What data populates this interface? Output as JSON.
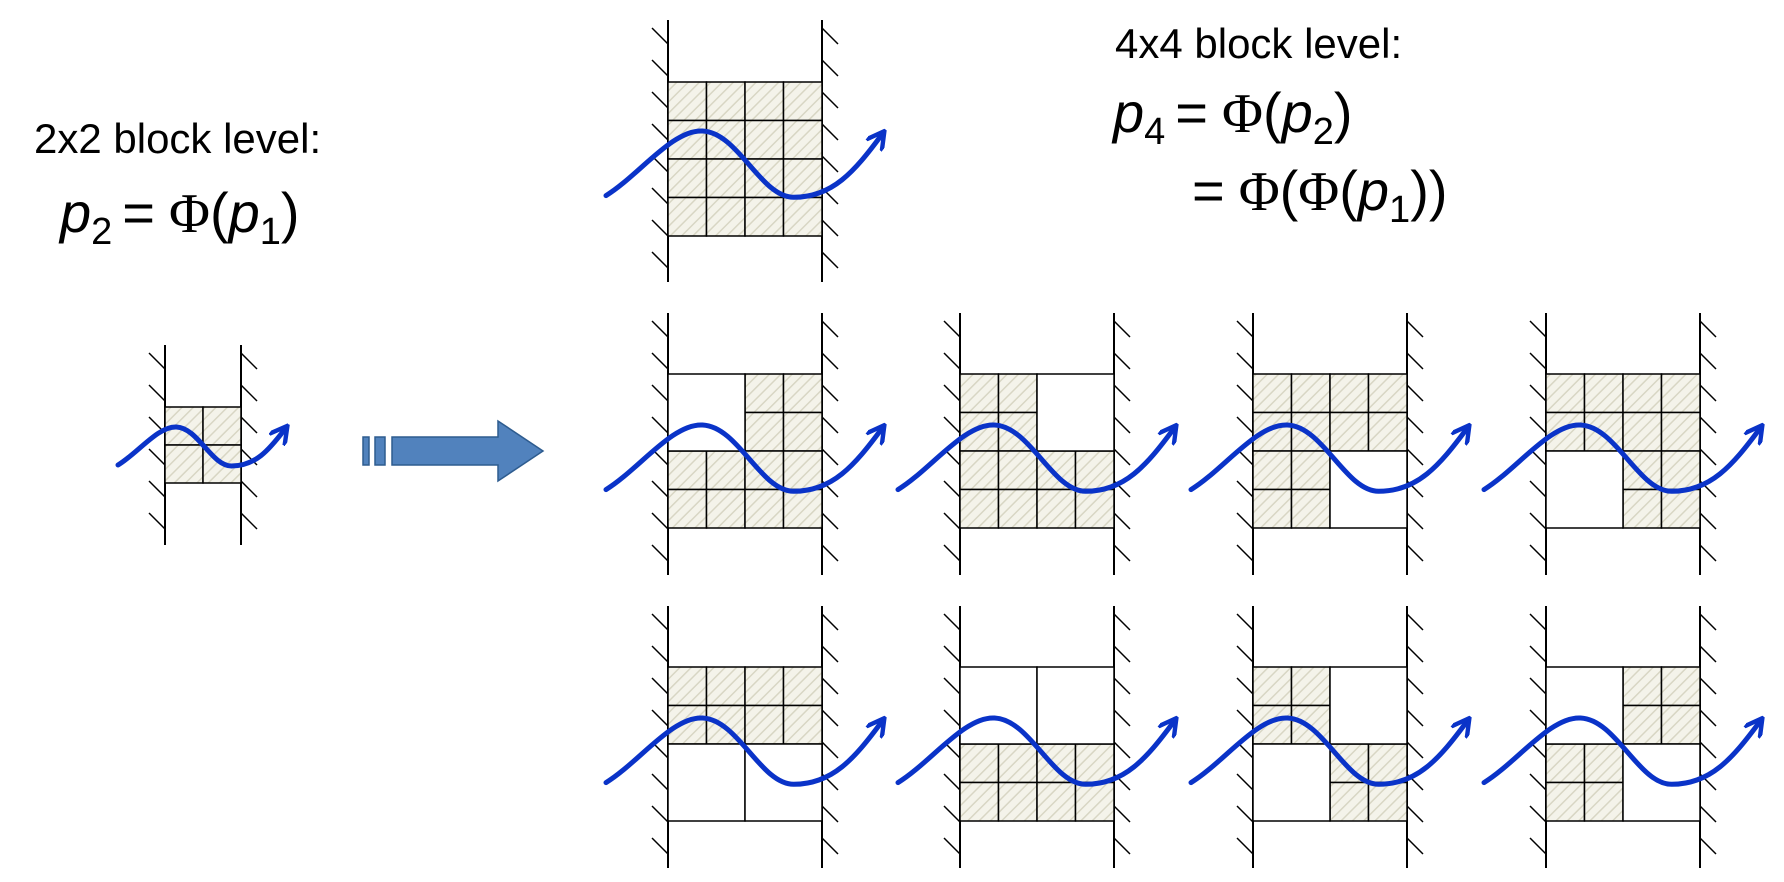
{
  "labels": {
    "level2": "2x2 block level:",
    "level4": "4x4 block level:"
  },
  "eq2": {
    "lhs": "p",
    "lhs_sub": "2",
    "eq": "=",
    "phi": "Φ",
    "open": "(",
    "arg": "p",
    "arg_sub": "1",
    "close": ")"
  },
  "eq4a": {
    "lhs": "p",
    "lhs_sub": "4",
    "eq": "=",
    "phi": "Φ",
    "open": "(",
    "arg": "p",
    "arg_sub": "2",
    "close": ")"
  },
  "eq4b": {
    "eq": "=",
    "phi_outer": "Φ",
    "open_outer": "(",
    "phi_inner": "Φ",
    "open_inner": "(",
    "arg": "p",
    "arg_sub": "1",
    "close": "))"
  },
  "colors": {
    "wave": "#0a33c8",
    "arrow_fill": "#5182bd",
    "arrow_stroke": "#2e5c8f",
    "hatch": "#d8d6c4",
    "cell_bg": "#f4f3ea"
  },
  "diagrams": {
    "source_2x2": {
      "mask": [
        [
          1,
          1
        ],
        [
          1,
          1
        ]
      ],
      "cut": [
        [
          0,
          0
        ],
        [
          1,
          1
        ]
      ]
    },
    "full_4x4": {
      "mask": [
        [
          1,
          1,
          1,
          1
        ],
        [
          1,
          1,
          1,
          1
        ],
        [
          1,
          1,
          1,
          1
        ],
        [
          1,
          1,
          1,
          1
        ]
      ]
    },
    "variants": [
      {
        "name": "variant-row1-col1",
        "mask": [
          [
            0,
            0,
            1,
            1
          ],
          [
            0,
            0,
            1,
            1
          ],
          [
            1,
            1,
            1,
            1
          ],
          [
            1,
            1,
            1,
            1
          ]
        ]
      },
      {
        "name": "variant-row1-col2",
        "mask": [
          [
            1,
            1,
            0,
            0
          ],
          [
            1,
            1,
            0,
            0
          ],
          [
            1,
            1,
            1,
            1
          ],
          [
            1,
            1,
            1,
            1
          ]
        ]
      },
      {
        "name": "variant-row1-col3",
        "mask": [
          [
            1,
            1,
            1,
            1
          ],
          [
            1,
            1,
            1,
            1
          ],
          [
            1,
            1,
            0,
            0
          ],
          [
            1,
            1,
            0,
            0
          ]
        ]
      },
      {
        "name": "variant-row1-col4",
        "mask": [
          [
            1,
            1,
            1,
            1
          ],
          [
            1,
            1,
            1,
            1
          ],
          [
            0,
            0,
            1,
            1
          ],
          [
            0,
            0,
            1,
            1
          ]
        ]
      },
      {
        "name": "variant-row2-col1",
        "mask": [
          [
            1,
            1,
            1,
            1
          ],
          [
            1,
            1,
            1,
            1
          ],
          [
            0,
            0,
            0,
            0
          ],
          [
            0,
            0,
            0,
            0
          ]
        ]
      },
      {
        "name": "variant-row2-col2",
        "mask": [
          [
            0,
            0,
            0,
            0
          ],
          [
            0,
            0,
            0,
            0
          ],
          [
            1,
            1,
            1,
            1
          ],
          [
            1,
            1,
            1,
            1
          ]
        ]
      },
      {
        "name": "variant-row2-col3",
        "mask": [
          [
            1,
            1,
            0,
            0
          ],
          [
            1,
            1,
            0,
            0
          ],
          [
            0,
            0,
            1,
            1
          ],
          [
            0,
            0,
            1,
            1
          ]
        ]
      },
      {
        "name": "variant-row2-col4",
        "mask": [
          [
            0,
            0,
            1,
            1
          ],
          [
            0,
            0,
            1,
            1
          ],
          [
            1,
            1,
            0,
            0
          ],
          [
            1,
            1,
            0,
            0
          ]
        ]
      }
    ]
  }
}
